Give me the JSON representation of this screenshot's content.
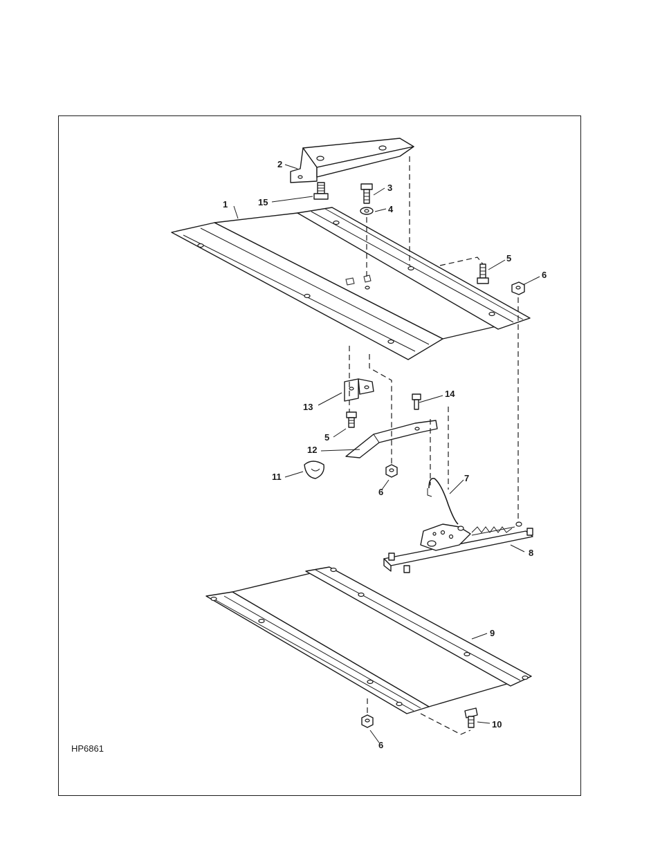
{
  "figure_id": "HP6861",
  "callouts": [
    {
      "id": "c1",
      "text": "1"
    },
    {
      "id": "c2",
      "text": "2"
    },
    {
      "id": "c3",
      "text": "3"
    },
    {
      "id": "c4",
      "text": "4"
    },
    {
      "id": "c5a",
      "text": "5"
    },
    {
      "id": "c5b",
      "text": "5"
    },
    {
      "id": "c6a",
      "text": "6"
    },
    {
      "id": "c6b",
      "text": "6"
    },
    {
      "id": "c6c",
      "text": "6"
    },
    {
      "id": "c7",
      "text": "7"
    },
    {
      "id": "c8",
      "text": "8"
    },
    {
      "id": "c9",
      "text": "9"
    },
    {
      "id": "c10",
      "text": "10"
    },
    {
      "id": "c11",
      "text": "11"
    },
    {
      "id": "c12",
      "text": "12"
    },
    {
      "id": "c13",
      "text": "13"
    },
    {
      "id": "c14",
      "text": "14"
    },
    {
      "id": "c15",
      "text": "15"
    }
  ]
}
